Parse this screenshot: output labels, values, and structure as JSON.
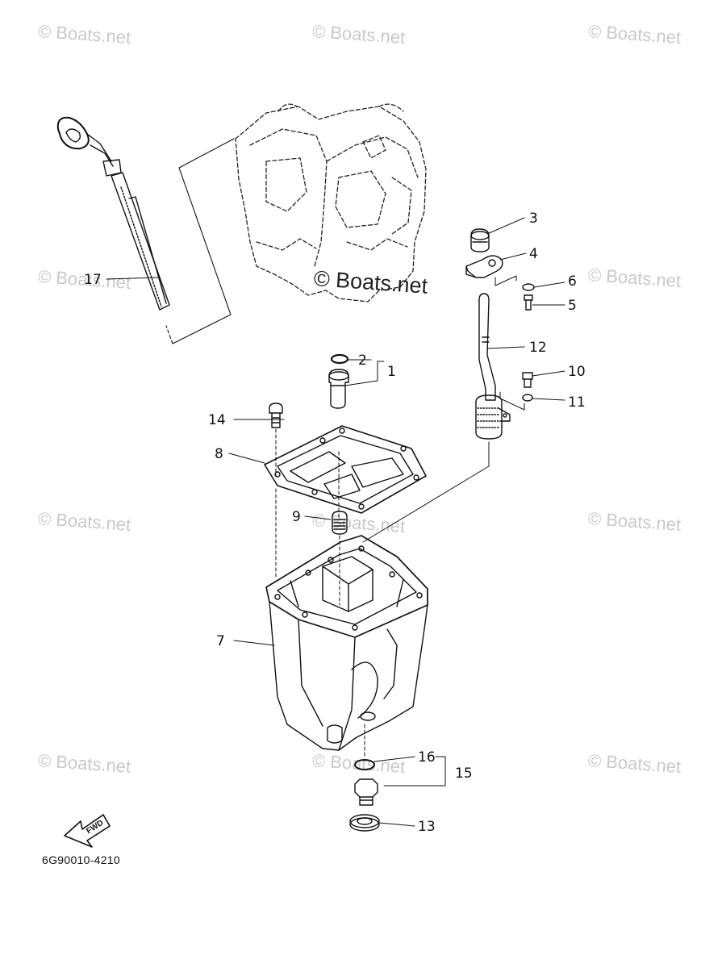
{
  "watermarks": {
    "text": "© Boats.net",
    "center_text": "© Boats.net"
  },
  "callouts": {
    "c1": "1",
    "c2": "2",
    "c3": "3",
    "c4": "4",
    "c5": "5",
    "c6": "6",
    "c7": "7",
    "c8": "8",
    "c9": "9",
    "c10": "10",
    "c11": "11",
    "c12": "12",
    "c13": "13",
    "c14": "14",
    "c15": "15",
    "c16": "16",
    "c17": "17"
  },
  "fwd_label": "FWD",
  "diagram_code": "6G90010-4210"
}
